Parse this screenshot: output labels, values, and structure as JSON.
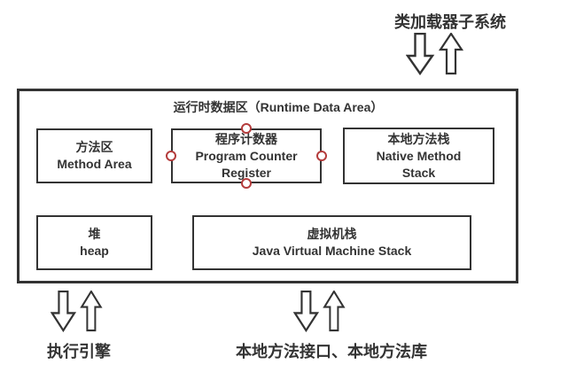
{
  "colors": {
    "line": "#333333",
    "text": "#333333",
    "anchor_red": "#b43c3c",
    "background": "#ffffff"
  },
  "top": {
    "label": "类加载器子系统"
  },
  "runtime_area": {
    "title": "运行时数据区（Runtime Data Area）",
    "boxes": [
      {
        "id": "method-area",
        "lines": [
          "方法区",
          "Method Area"
        ]
      },
      {
        "id": "pc-register",
        "lines": [
          "程序计数器",
          "Program Counter",
          "Register"
        ],
        "selected": true
      },
      {
        "id": "native-method-stack",
        "lines": [
          "本地方法栈",
          "Native Method",
          "Stack"
        ]
      },
      {
        "id": "heap",
        "lines": [
          "堆",
          "heap"
        ]
      },
      {
        "id": "jvm-stack",
        "lines": [
          "虚拟机栈",
          "Java Virtual Machine Stack"
        ]
      }
    ]
  },
  "bottom": {
    "left_label": "执行引擎",
    "middle_label": "本地方法接口、本地方法库"
  },
  "icons": {
    "down_arrow": "hollow-down-arrow",
    "up_arrow": "hollow-up-arrow"
  }
}
